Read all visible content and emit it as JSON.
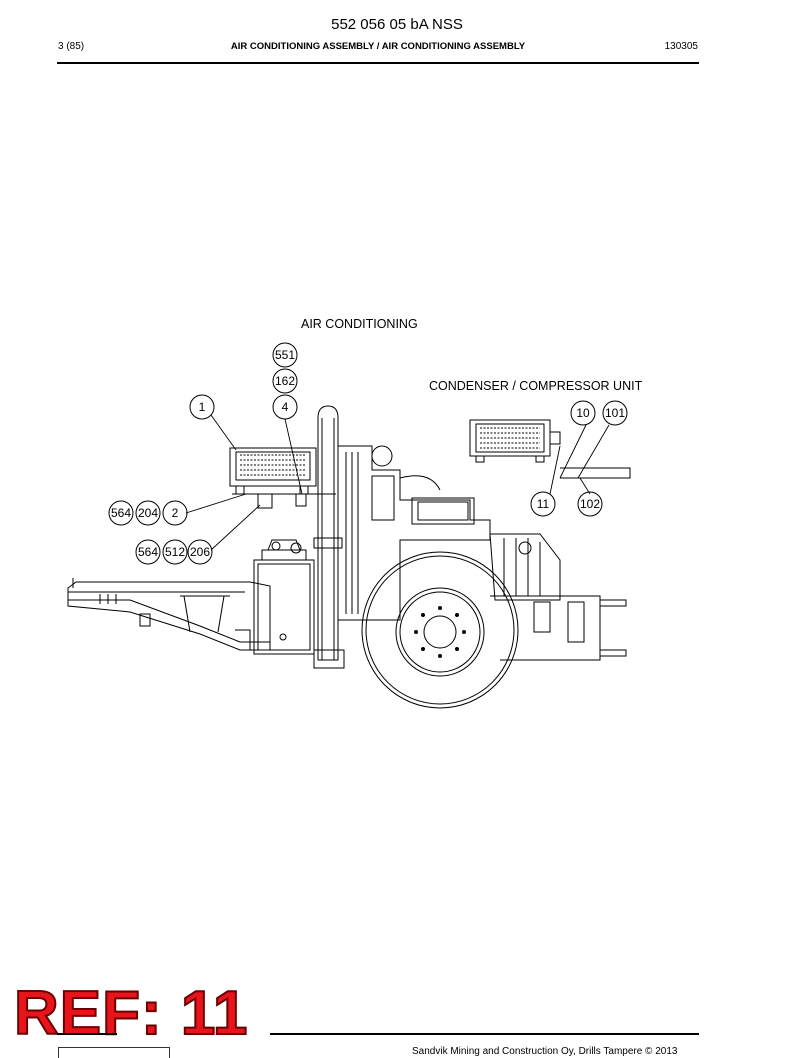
{
  "header": {
    "document_number": "552 056 05 bA NSS",
    "page_counter": "3 (85)",
    "title": "AIR CONDITIONING ASSEMBLY / AIR CONDITIONING ASSEMBLY",
    "date_code": "130305"
  },
  "drawing": {
    "section_air_conditioning": "AIR CONDITIONING",
    "section_condenser": "CONDENSER / COMPRESSOR UNIT",
    "callouts": {
      "c551": "551",
      "c162": "162",
      "c4": "4",
      "c1": "1",
      "c10": "10",
      "c101": "101",
      "c11": "11",
      "c102": "102",
      "c564a": "564",
      "c204": "204",
      "c2": "2",
      "c564b": "564",
      "c512": "512",
      "c206": "206"
    }
  },
  "stamp": {
    "text": "REF: 11",
    "color": "#e8141b"
  },
  "footer": {
    "copyright": "Sandvik Mining and Construction Oy, Drills Tampere © 2013"
  }
}
